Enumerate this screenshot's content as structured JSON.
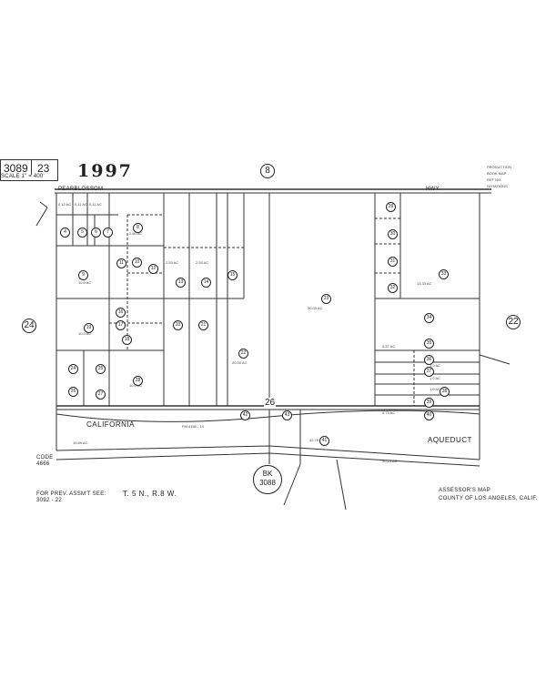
{
  "header": {
    "book": "3089",
    "page": "23",
    "scale": "SCALE 1\" = 400'",
    "year": "1997",
    "top_center_circle": "8"
  },
  "road": {
    "left_name": "PEARBLOSSOM",
    "right_name": "HWY."
  },
  "adjacent": {
    "left": "24",
    "right": "22",
    "section": "26",
    "book_ref_prefix": "BK",
    "book_ref_number": "3088"
  },
  "canal": {
    "left": "CALIFORNIA",
    "right": "AQUEDUCT"
  },
  "footer": {
    "code_label": "CODE",
    "code_value": "4666",
    "prev_line1": "FOR PREV. ASSM'T SEE:",
    "prev_line2": "3092 - 22",
    "township": "T. 5 N., R.8 W.",
    "map_title": "ASSESSOR'S MAP",
    "map_county": "COUNTY OF LOS ANGELES, CALIF."
  },
  "parcels": [
    "4",
    "5",
    "6",
    "7",
    "8",
    "9",
    "10",
    "11",
    "12",
    "13",
    "14",
    "15",
    "16",
    "17",
    "18",
    "19",
    "20",
    "21",
    "22",
    "23",
    "24",
    "25",
    "26",
    "27",
    "28",
    "29",
    "30",
    "31",
    "32",
    "33",
    "34",
    "35",
    "36",
    "37",
    "38",
    "39",
    "40",
    "41",
    "42",
    "43"
  ]
}
